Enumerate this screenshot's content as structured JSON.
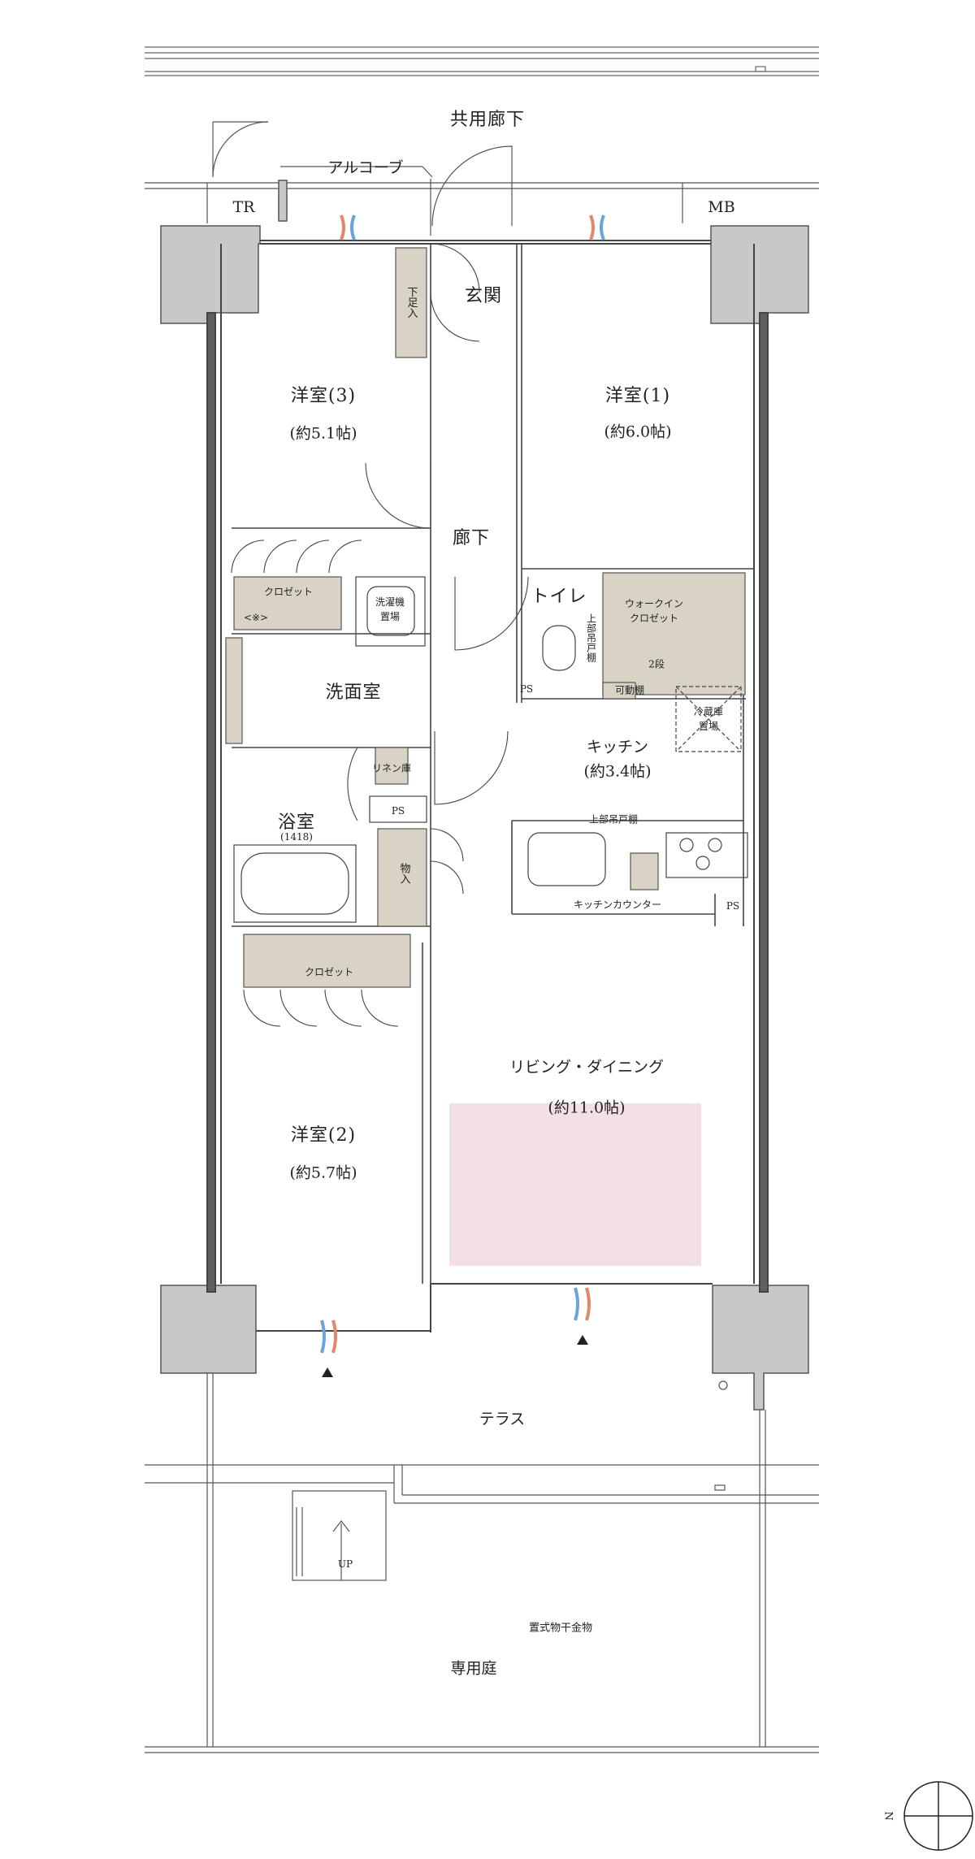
{
  "labels": {
    "corridor": "共用廊下",
    "alcove": "アルコーブ",
    "tr": "TR",
    "mb": "MB",
    "entrance": "玄関",
    "shoe_storage": "下足入",
    "room3": "洋室(3)",
    "room3_size": "(約5.1帖)",
    "room1": "洋室(1)",
    "room1_size": "(約6.0帖)",
    "hallway": "廊下",
    "closet3": "クロゼット",
    "closet3_note": "<※>",
    "washer": "洗濯機\n置場",
    "toilet": "トイレ",
    "upper_cabinet_v": "上部吊戸棚",
    "wic": "ウォークイン\nクロゼット",
    "wic_shelf": "2段",
    "movable_shelf": "可動棚",
    "ps_toilet": "PS",
    "washroom": "洗面室",
    "fridge": "冷蔵庫\n置場",
    "kitchen": "キッチン",
    "kitchen_size": "(約3.4帖)",
    "linen": "リネン庫",
    "ps_bath": "PS",
    "bath": "浴室",
    "bath_size": "(1418)",
    "upper_cabinet": "上部吊戸棚",
    "storage": "物入",
    "kitchen_counter": "キッチンカウンター",
    "ps_kitchen": "PS",
    "closet2": "クロゼット",
    "living": "リビング・ダイニング",
    "living_size": "(約11.0帖)",
    "room2": "洋室(2)",
    "room2_size": "(約5.7帖)",
    "terrace": "テラス",
    "up": "UP",
    "drying": "置式物干金物",
    "garden": "専用庭",
    "north": "N"
  },
  "colors": {
    "wall": "#5f5f5f",
    "pillar": "#c8c8c8",
    "storage_fill": "#d9d3c5",
    "living_highlight": "#f3e0e6",
    "vent_blue": "#6aa4d8",
    "vent_orange": "#e0886a"
  }
}
